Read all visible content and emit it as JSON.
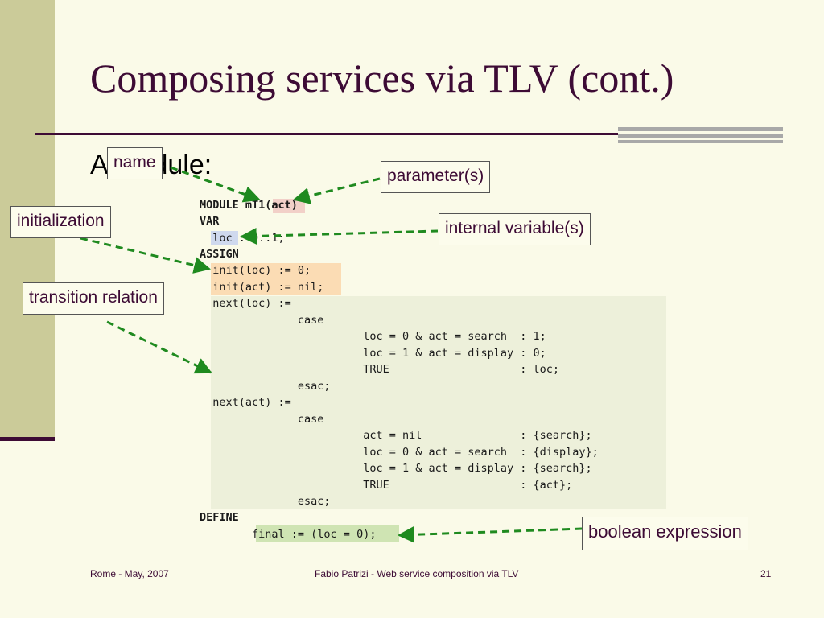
{
  "slide": {
    "title": "Composing services via TLV (cont.)",
    "subtitle": "A module:"
  },
  "code": {
    "lines": [
      "MODULE mT1(act)",
      "VAR",
      "  loc : 0..1;",
      "ASSIGN",
      "  init(loc) := 0;",
      "  init(act) := nil;",
      "  next(loc) :=",
      "               case",
      "                         loc = 0 & act = search  : 1;",
      "                         loc = 1 & act = display : 0;",
      "                         TRUE                    : loc;",
      "               esac;",
      "  next(act) :=",
      "               case",
      "                         act = nil               : {search};",
      "                         loc = 0 & act = search  : {display};",
      "                         loc = 1 & act = display : {search};",
      "                         TRUE                    : {act};",
      "               esac;",
      "DEFINE",
      "        final := (loc = 0);"
    ]
  },
  "callouts": {
    "name": "name",
    "parameters": "parameter(s)",
    "initialization": "initialization",
    "internal_variables": "internal variable(s)",
    "transition_relation": "transition relation",
    "boolean_expression": "boolean expression"
  },
  "colors": {
    "title": "#3d0b35",
    "arrow": "#1f8a1f",
    "init_highlight": "#fbdcb4",
    "transition_highlight": "#edf0da",
    "define_highlight": "#cfe4b3",
    "variable_highlight": "#cfd9ee",
    "parameter_highlight": "#f2d0c8"
  },
  "footer": {
    "left": "Rome - May, 2007",
    "center": "Fabio Patrizi - Web service composition via TLV",
    "page_number": "21"
  }
}
